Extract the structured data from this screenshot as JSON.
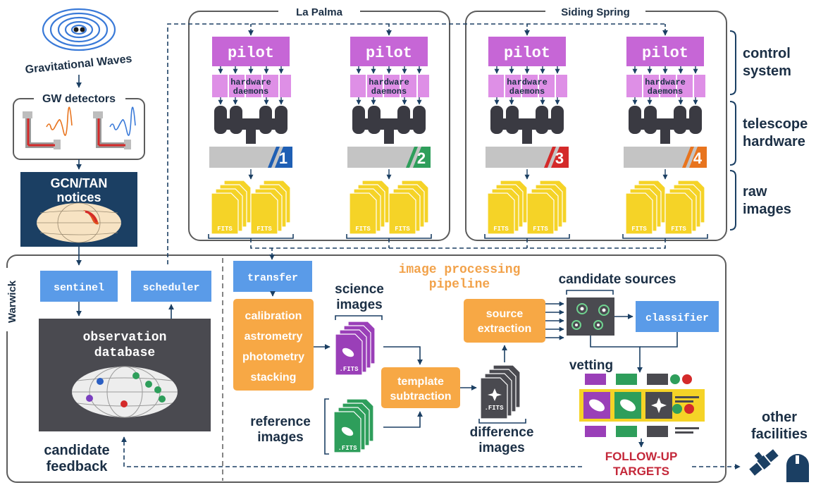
{
  "sites": {
    "la_palma": "La Palma",
    "siding_spring": "Siding Spring",
    "warwick": "Warwick"
  },
  "right_labels": {
    "control_1": "control",
    "control_2": "system",
    "hardware_1": "telescope",
    "hardware_2": "hardware",
    "raw_1": "raw",
    "raw_2": "images"
  },
  "units": [
    {
      "pilot": "pilot",
      "daemons_1": "hardware",
      "daemons_2": "daemons",
      "number": "1",
      "color": "#1f5fb4"
    },
    {
      "pilot": "pilot",
      "daemons_1": "hardware",
      "daemons_2": "daemons",
      "number": "2",
      "color": "#2e9e5b"
    },
    {
      "pilot": "pilot",
      "daemons_1": "hardware",
      "daemons_2": "daemons",
      "number": "3",
      "color": "#d42a2a"
    },
    {
      "pilot": "pilot",
      "daemons_1": "hardware",
      "daemons_2": "daemons",
      "number": "4",
      "color": "#e8741e"
    }
  ],
  "fits_label": "FITS",
  "fits_label_dot": ".FITS",
  "left_column": {
    "gw_1": "Gravitational",
    "gw_2": "Waves",
    "detectors": "GW detectors",
    "notices_1": "GCN/TAN",
    "notices_2": "notices"
  },
  "warwick": {
    "sentinel": "sentinel",
    "scheduler": "scheduler",
    "db_1": "observation",
    "db_2": "database",
    "feedback_1": "candidate",
    "feedback_2": "feedback"
  },
  "pipeline": {
    "title_1": "image processing",
    "title_2": "pipeline",
    "transfer": "transfer",
    "steps": [
      "calibration",
      "astrometry",
      "photometry",
      "stacking"
    ],
    "science_1": "science",
    "science_2": "images",
    "reference_1": "reference",
    "reference_2": "images",
    "template_1": "template",
    "template_2": "subtraction",
    "difference_1": "difference",
    "difference_2": "images",
    "source_1": "source",
    "source_2": "extraction",
    "candidates": "candidate sources",
    "classifier": "classifier",
    "vetting": "vetting",
    "followup_1": "FOLLOW-UP",
    "followup_2": "TARGETS",
    "other_1": "other",
    "other_2": "facilities"
  },
  "colors": {
    "purple": "#c666d6",
    "purple_light": "#de8fe6",
    "blue": "#5a9be8",
    "orange": "#f7a845",
    "navy": "#1b3f63",
    "dark_grey": "#4a4a50",
    "yellow": "#f5d327",
    "followup_red": "#c4283a",
    "pipeline_title": "#f2a24a"
  }
}
